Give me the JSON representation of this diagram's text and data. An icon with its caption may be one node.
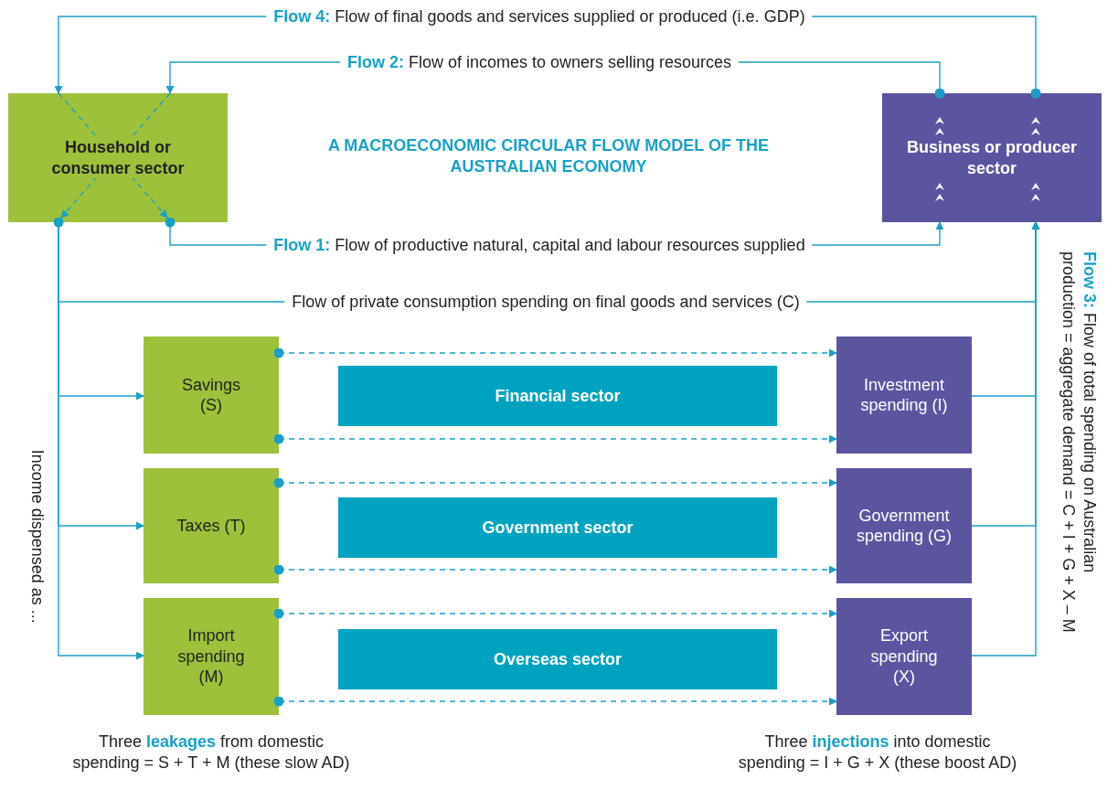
{
  "diagram": {
    "title": "A MACROECONOMIC CIRCULAR FLOW MODEL OF THE AUSTRALIAN ECONOMY",
    "nodes": [
      {
        "text": [
          "Household or consumer sector"
        ]
      },
      {
        "text": [
          "Business or producer sector"
        ]
      },
      {
        "text": [
          "Savings (S)"
        ]
      },
      {
        "text": [
          "Financial sector"
        ]
      },
      {
        "text": [
          "Investment spending (I)"
        ]
      },
      {
        "text": [
          "Taxes (T)"
        ]
      },
      {
        "text": [
          "Government sector"
        ]
      },
      {
        "text": [
          "Government spending (G)"
        ]
      },
      {
        "text": [
          "Import spending (M)"
        ]
      },
      {
        "text": [
          "Overseas sector"
        ]
      },
      {
        "text": [
          "Export spending (X)"
        ]
      }
    ],
    "edges": [
      {
        "from": 1,
        "to": 0,
        "arrow": "to",
        "label": "**Flow 4:** Flow of final goods and services supplied or produced (i.e. GDP)"
      },
      {
        "from": 1,
        "to": 0,
        "arrow": "to",
        "label": "**Flow 2:** Flow of incomes to owners selling resources"
      },
      {
        "from": 0,
        "to": 1,
        "arrow": "to",
        "label": "**Flow 1:** Flow of productive natural, capital and labour resources supplied"
      },
      {
        "from": 0,
        "to": 1,
        "arrow": "to",
        "label": "Flow of private consumption spending on final goods and services (C)"
      },
      {
        "from": 0,
        "to": 2,
        "arrow": "to"
      },
      {
        "from": 0,
        "to": 5,
        "arrow": "to"
      },
      {
        "from": 0,
        "to": 8,
        "arrow": "to"
      },
      {
        "from": 2,
        "to": 4,
        "arrow": "to",
        "style": "dashed"
      },
      {
        "from": 2,
        "to": 4,
        "arrow": "to",
        "style": "dashed"
      },
      {
        "from": 5,
        "to": 7,
        "arrow": "to",
        "style": "dashed"
      },
      {
        "from": 5,
        "to": 7,
        "arrow": "to",
        "style": "dashed"
      },
      {
        "from": 8,
        "to": 10,
        "arrow": "to",
        "style": "dashed"
      },
      {
        "from": 8,
        "to": 10,
        "arrow": "to",
        "style": "dashed"
      },
      {
        "from": 4,
        "to": 1,
        "arrow": "to"
      },
      {
        "from": 7,
        "to": 1,
        "arrow": "to"
      },
      {
        "from": 10,
        "to": 1,
        "arrow": "to"
      }
    ],
    "labels": [
      "Income dispensed as ...",
      "**Flow 3:** Flow of total spending on Australian production = aggregate demand = C + I + G + X – M",
      "Three **leakages** from domestic spending = S + T + M (these slow AD)",
      "Three **injections** into domestic spending = I + G + X (these boost AD)"
    ]
  }
}
